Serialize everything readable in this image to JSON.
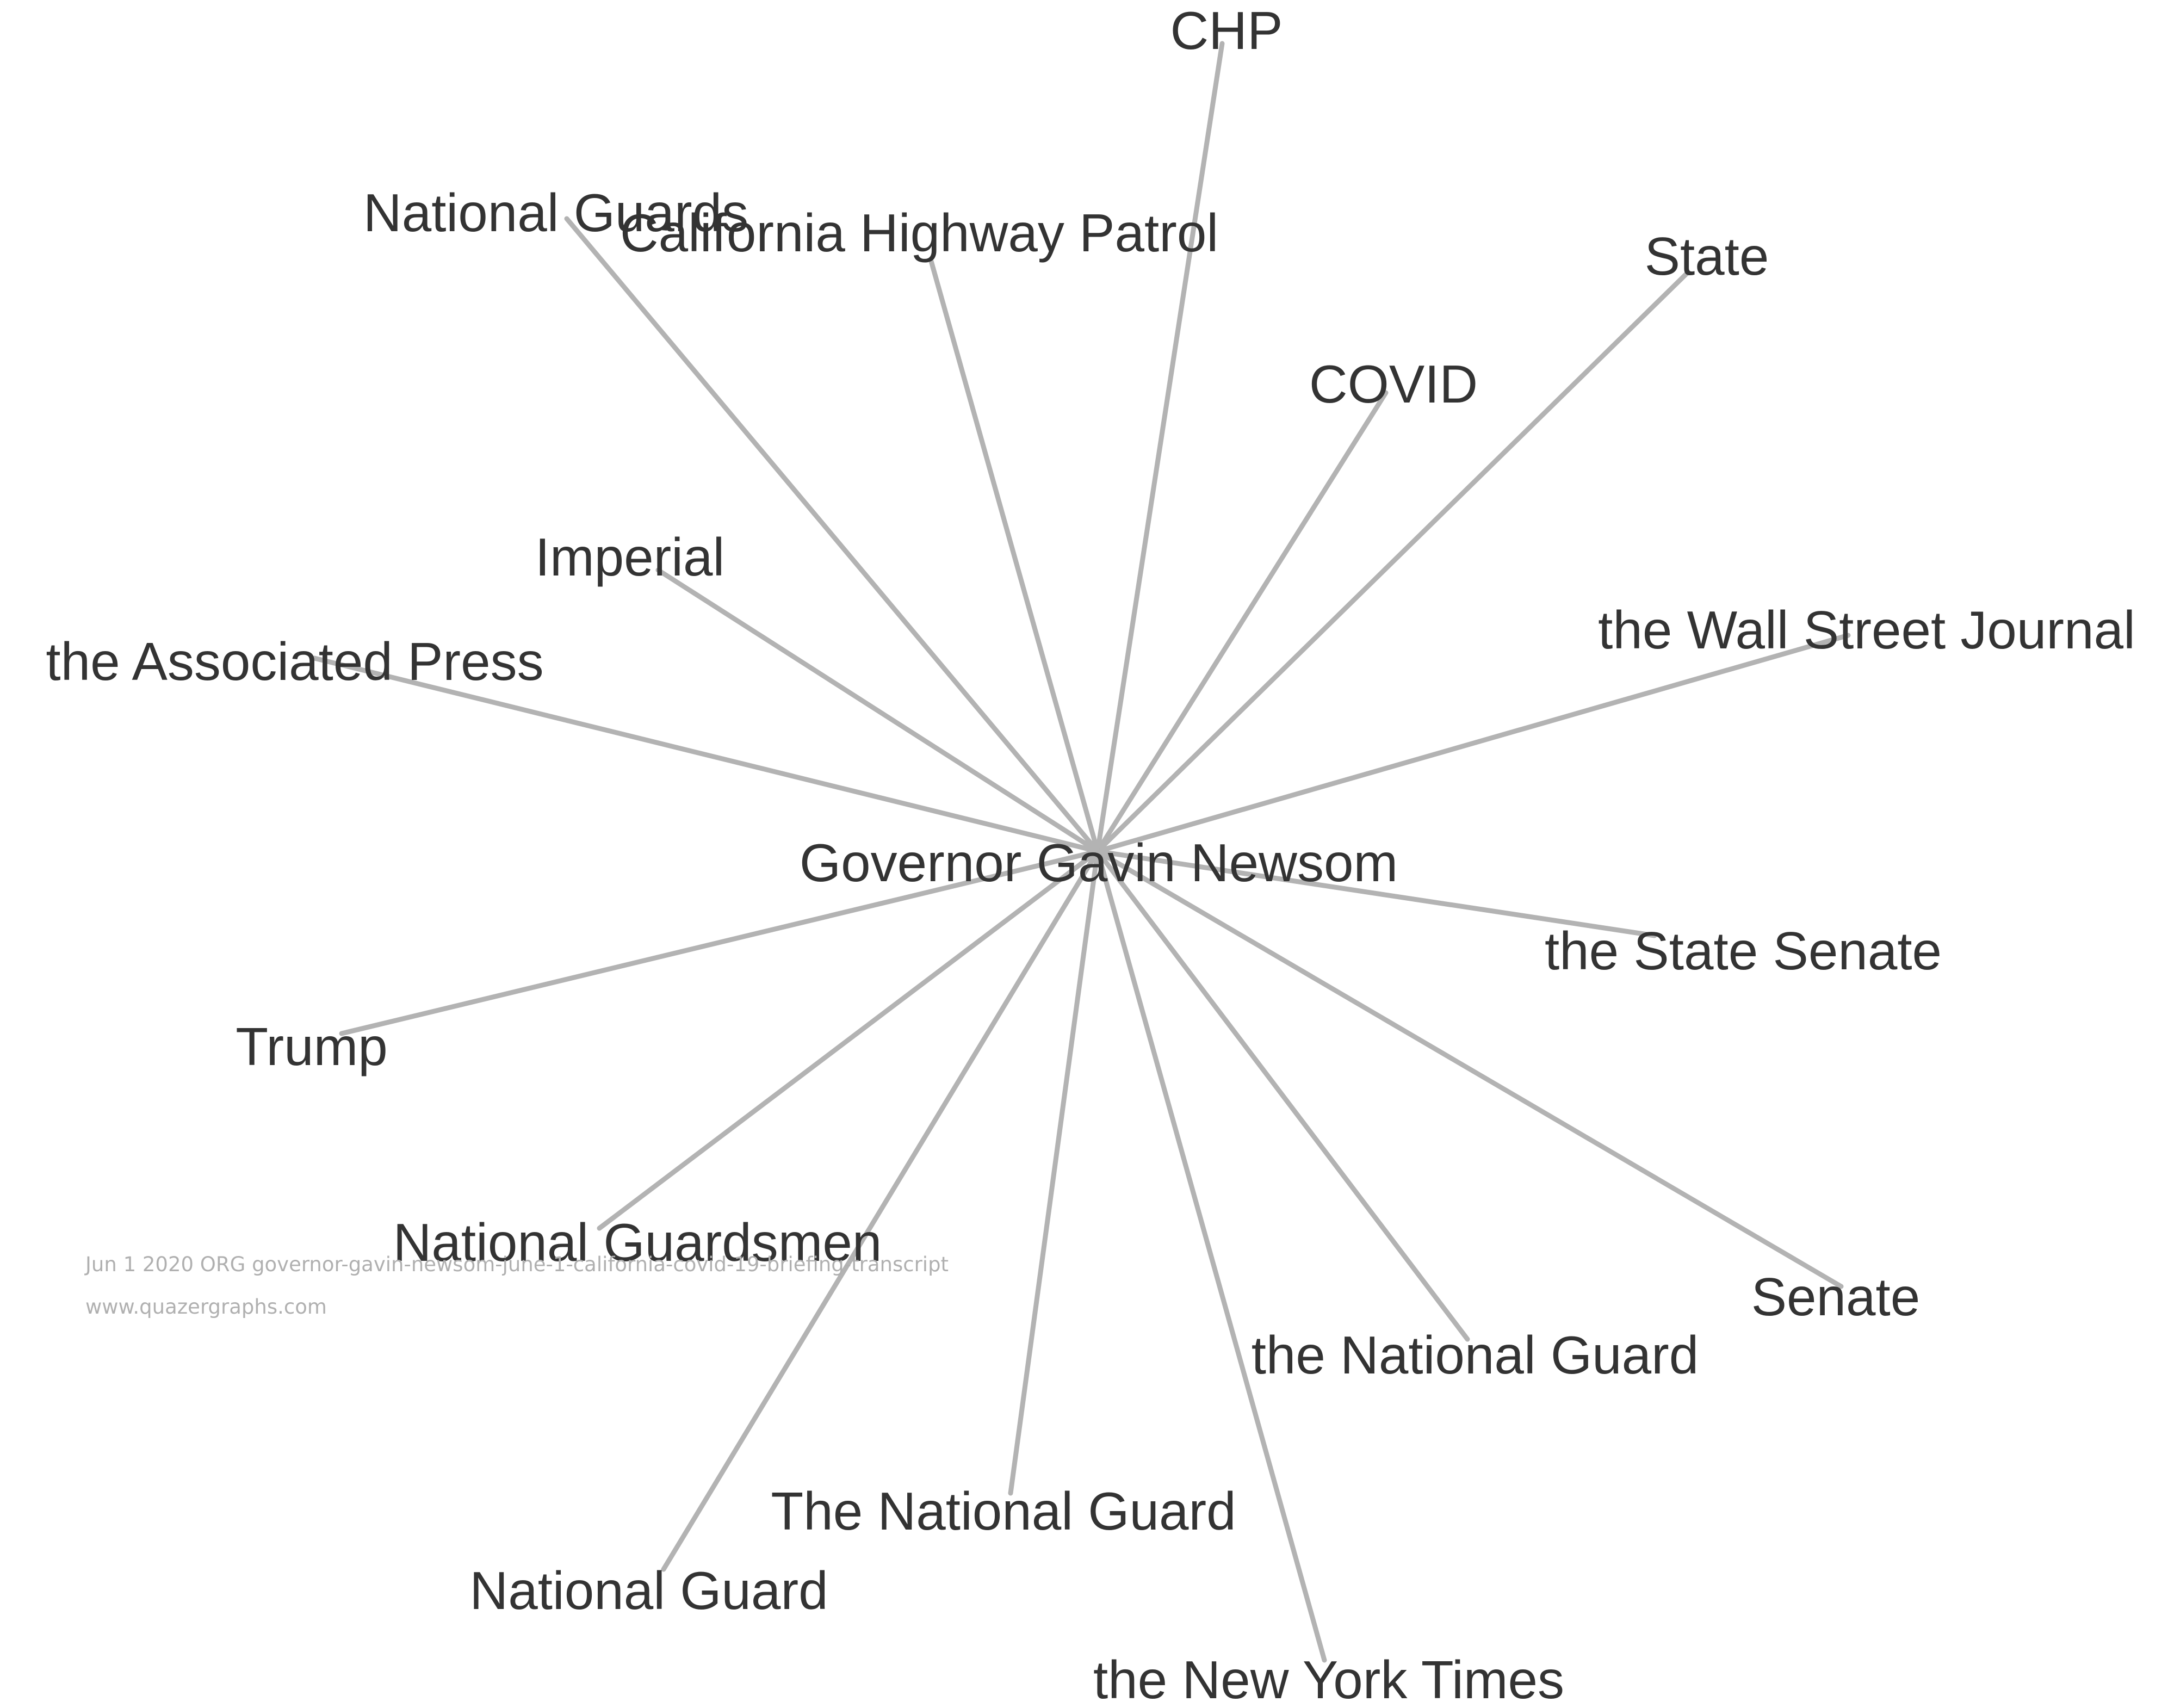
{
  "graph": {
    "center": "Governor Gavin Newsom",
    "nodes": [
      "CHP",
      "National Guards",
      "California Highway Patrol",
      "State",
      "COVID",
      "Imperial",
      "the Associated Press",
      "the Wall Street Journal",
      "the State Senate",
      "Trump",
      "National Guardsmen",
      "Senate",
      "the National Guard",
      "The National Guard",
      "National Guard",
      "the New York Times"
    ],
    "edge_color": "#b3b3b3",
    "label_color": "#333333"
  },
  "caption": {
    "line1": "Jun 1 2020 ORG governor-gavin-newsom-june-1-california-covid-19-briefing-transcript",
    "line2": "www.quazergraphs.com"
  }
}
